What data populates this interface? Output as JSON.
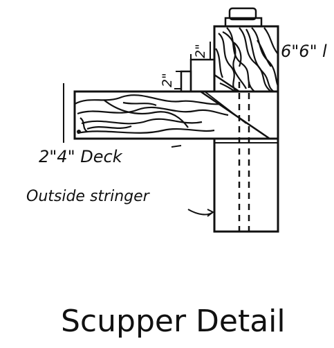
{
  "title": "Scupper Detail",
  "labels": {
    "post_size": "6\"6\"",
    "post_size_suffix": "l",
    "dim_2_upper": "2\"",
    "dim_2_lower": "2\"",
    "deck": "2\"4\" Deck",
    "stringer": "Outside stringer"
  },
  "colors": {
    "ink": "#111111",
    "paper": "#ffffff"
  }
}
